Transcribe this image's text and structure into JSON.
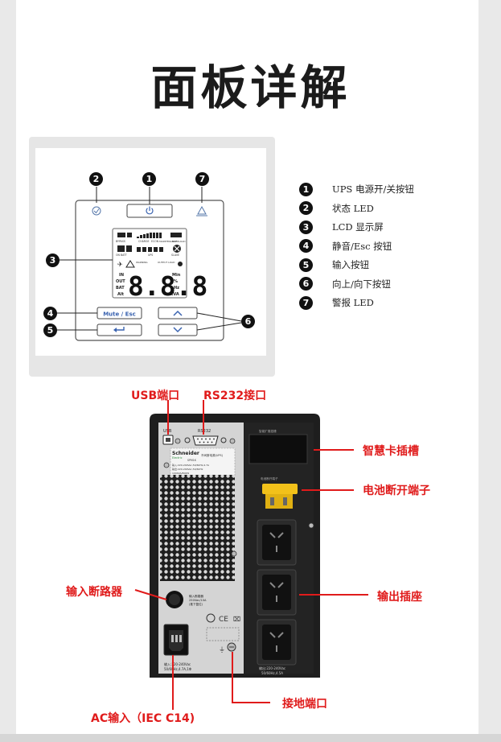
{
  "page": {
    "title": "面板详解"
  },
  "panel": {
    "mute_button": "Mute / Esc",
    "callouts": [
      "1",
      "2",
      "3",
      "4",
      "5",
      "6",
      "7"
    ],
    "lcd_labels": {
      "top_icons": [
        "BYPASS",
        "CHARGE",
        "ECON",
        "MAINTENANCE",
        "OVERLOAD"
      ],
      "mid_left": "ON BATT",
      "mid_mid": "UPS",
      "mid_right": "SLAVE",
      "left_col": [
        "IN",
        "OUT",
        "BAT",
        "Alt"
      ],
      "right_col": [
        "Min",
        "%",
        "Hz",
        "kVA"
      ],
      "digits": "8.8.8",
      "warning": "WARNING",
      "output_load": "OUTPUT LOAD"
    }
  },
  "legend": {
    "items": [
      {
        "num": "1",
        "label": "UPS 电源开/关按钮"
      },
      {
        "num": "2",
        "label": "状态 LED"
      },
      {
        "num": "3",
        "label": "LCD 显示屏"
      },
      {
        "num": "4",
        "label": "静音/Esc 按钮"
      },
      {
        "num": "5",
        "label": "输入按钮"
      },
      {
        "num": "6",
        "label": "向上/向下按钮"
      },
      {
        "num": "7",
        "label": "警报 LED"
      }
    ]
  },
  "rear": {
    "labels": {
      "usb": "USB端口",
      "rs232": "RS232接口",
      "smart_slot": "智慧卡插槽",
      "battery_disconnect": "电池断开端子",
      "input_breaker": "输入断路器",
      "output_sockets": "输出插座",
      "ac_input": "AC输入（IEC C14)",
      "ground": "接地端口"
    },
    "device_text": {
      "usb": "USB",
      "rs232": "RS232",
      "smart_slot_caption": "智能扩展插槽",
      "battery_caption": "电池断开端子",
      "brand": "Schneider",
      "brand_sub": "Electric",
      "product": "不间断电源(UPS)",
      "model": "SPM1K",
      "spec_lines": [
        "输入:220-240Vac,50/60Hz,4.7A",
        "输出:220-240Vac,50/60Hz",
        "1000VA/800W"
      ],
      "breaker_caption": [
        "输入断路器",
        "250Vac/10A",
        "(推下复位)"
      ],
      "input_rating": [
        "输入:220-240Vac",
        "50/60Hz,4.7A,1Φ"
      ],
      "output_rating": [
        "输出:220-240Vac",
        "50/60Hz,4.5A"
      ]
    }
  },
  "colors": {
    "callout_red": "#e01b1b",
    "panel_grey": "#e6e6e6",
    "device_black": "#1e1e1e",
    "yellow_terminal": "#f2c11a"
  }
}
